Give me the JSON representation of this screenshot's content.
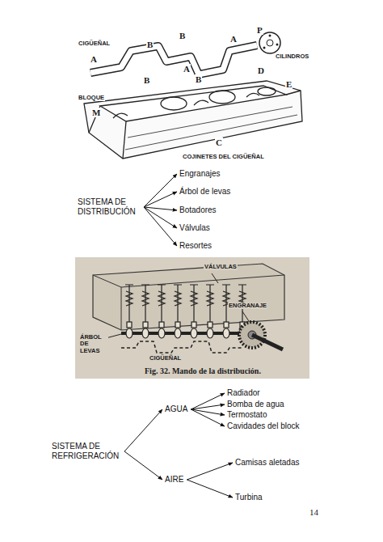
{
  "diagram": {
    "nodes": [
      {
        "text": [
          "SISTEMA DE DISTRIBUCIÓN"
        ]
      },
      {
        "text": [
          "Engranajes"
        ]
      },
      {
        "text": [
          "Árbol de levas"
        ]
      },
      {
        "text": [
          "Botadores"
        ]
      },
      {
        "text": [
          "Válvulas"
        ]
      },
      {
        "text": [
          "Resortes"
        ]
      },
      {
        "text": [
          "SISTEMA DE REFRIGERACIÓN"
        ]
      },
      {
        "text": [
          "AGUA"
        ]
      },
      {
        "text": [
          "Radiador"
        ]
      },
      {
        "text": [
          "Bomba de agua"
        ]
      },
      {
        "text": [
          "Termostato"
        ]
      },
      {
        "text": [
          "Cavidades del block"
        ]
      },
      {
        "text": [
          "AIRE"
        ]
      },
      {
        "text": [
          "Camisas aletadas"
        ]
      },
      {
        "text": [
          "Turbina"
        ]
      }
    ],
    "edges": [
      {
        "from": 0,
        "to": 1,
        "arrow": "to"
      },
      {
        "from": 0,
        "to": 2,
        "arrow": "to"
      },
      {
        "from": 0,
        "to": 3,
        "arrow": "to"
      },
      {
        "from": 0,
        "to": 4,
        "arrow": "to"
      },
      {
        "from": 0,
        "to": 5,
        "arrow": "to"
      },
      {
        "from": 6,
        "to": 7,
        "arrow": "to"
      },
      {
        "from": 6,
        "to": 12,
        "arrow": "to"
      },
      {
        "from": 7,
        "to": 8,
        "arrow": "to"
      },
      {
        "from": 7,
        "to": 9,
        "arrow": "to"
      },
      {
        "from": 7,
        "to": 10,
        "arrow": "to"
      },
      {
        "from": 7,
        "to": 11,
        "arrow": "to"
      },
      {
        "from": 12,
        "to": 13,
        "arrow": "to"
      },
      {
        "from": 12,
        "to": 14,
        "arrow": "to"
      }
    ],
    "labels": [
      "CIGÜEÑAL",
      "B",
      "A",
      "B",
      "P",
      "A",
      "CILINDROS",
      "A",
      "D",
      "B",
      "B",
      "E",
      "BLOQUE",
      "M",
      "C",
      "COJINETES DEL CIGÜEÑAL",
      "VÁLVULAS",
      "ENGRANAJE",
      "ÁRBOL DE LEVAS",
      "CIGÜEÑAL",
      "Fig. 32. Mando de la distribución.",
      "14"
    ]
  }
}
